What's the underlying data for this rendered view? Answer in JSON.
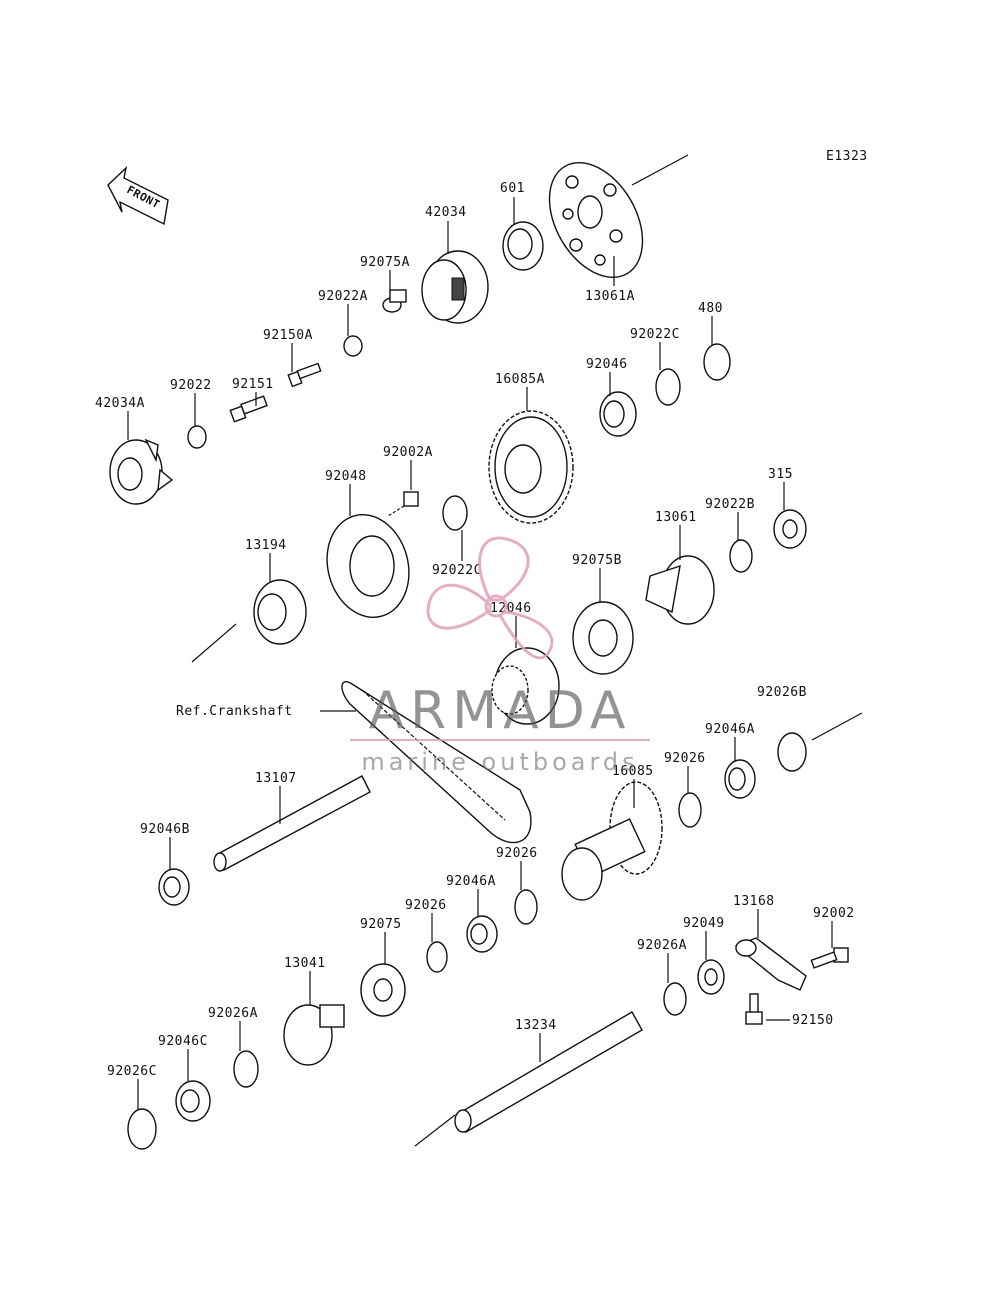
{
  "diagram": {
    "code": "E1323",
    "front_label": "FRONT",
    "ref_label": "Ref.Crankshaft",
    "parts": [
      "42034",
      "601",
      "13061A",
      "92075A",
      "92022A",
      "92150A",
      "92151",
      "92022",
      "42034A",
      "480",
      "92022C",
      "92046",
      "16085A",
      "92002A",
      "92048",
      "315",
      "92022B",
      "13061",
      "13194",
      "92022C",
      "92075B",
      "12046",
      "92026B",
      "92046A",
      "92026",
      "16085",
      "13107",
      "92046B",
      "92026",
      "92046A",
      "92026",
      "92075",
      "13168",
      "92002",
      "92049",
      "92026A",
      "13041",
      "92150",
      "13234",
      "92026A",
      "92046C",
      "92026C"
    ]
  },
  "watermark": {
    "brand": "ARMADA",
    "tagline": "marine outboards",
    "brand_color": "#555555",
    "accent_color": "#e0a0b8"
  }
}
